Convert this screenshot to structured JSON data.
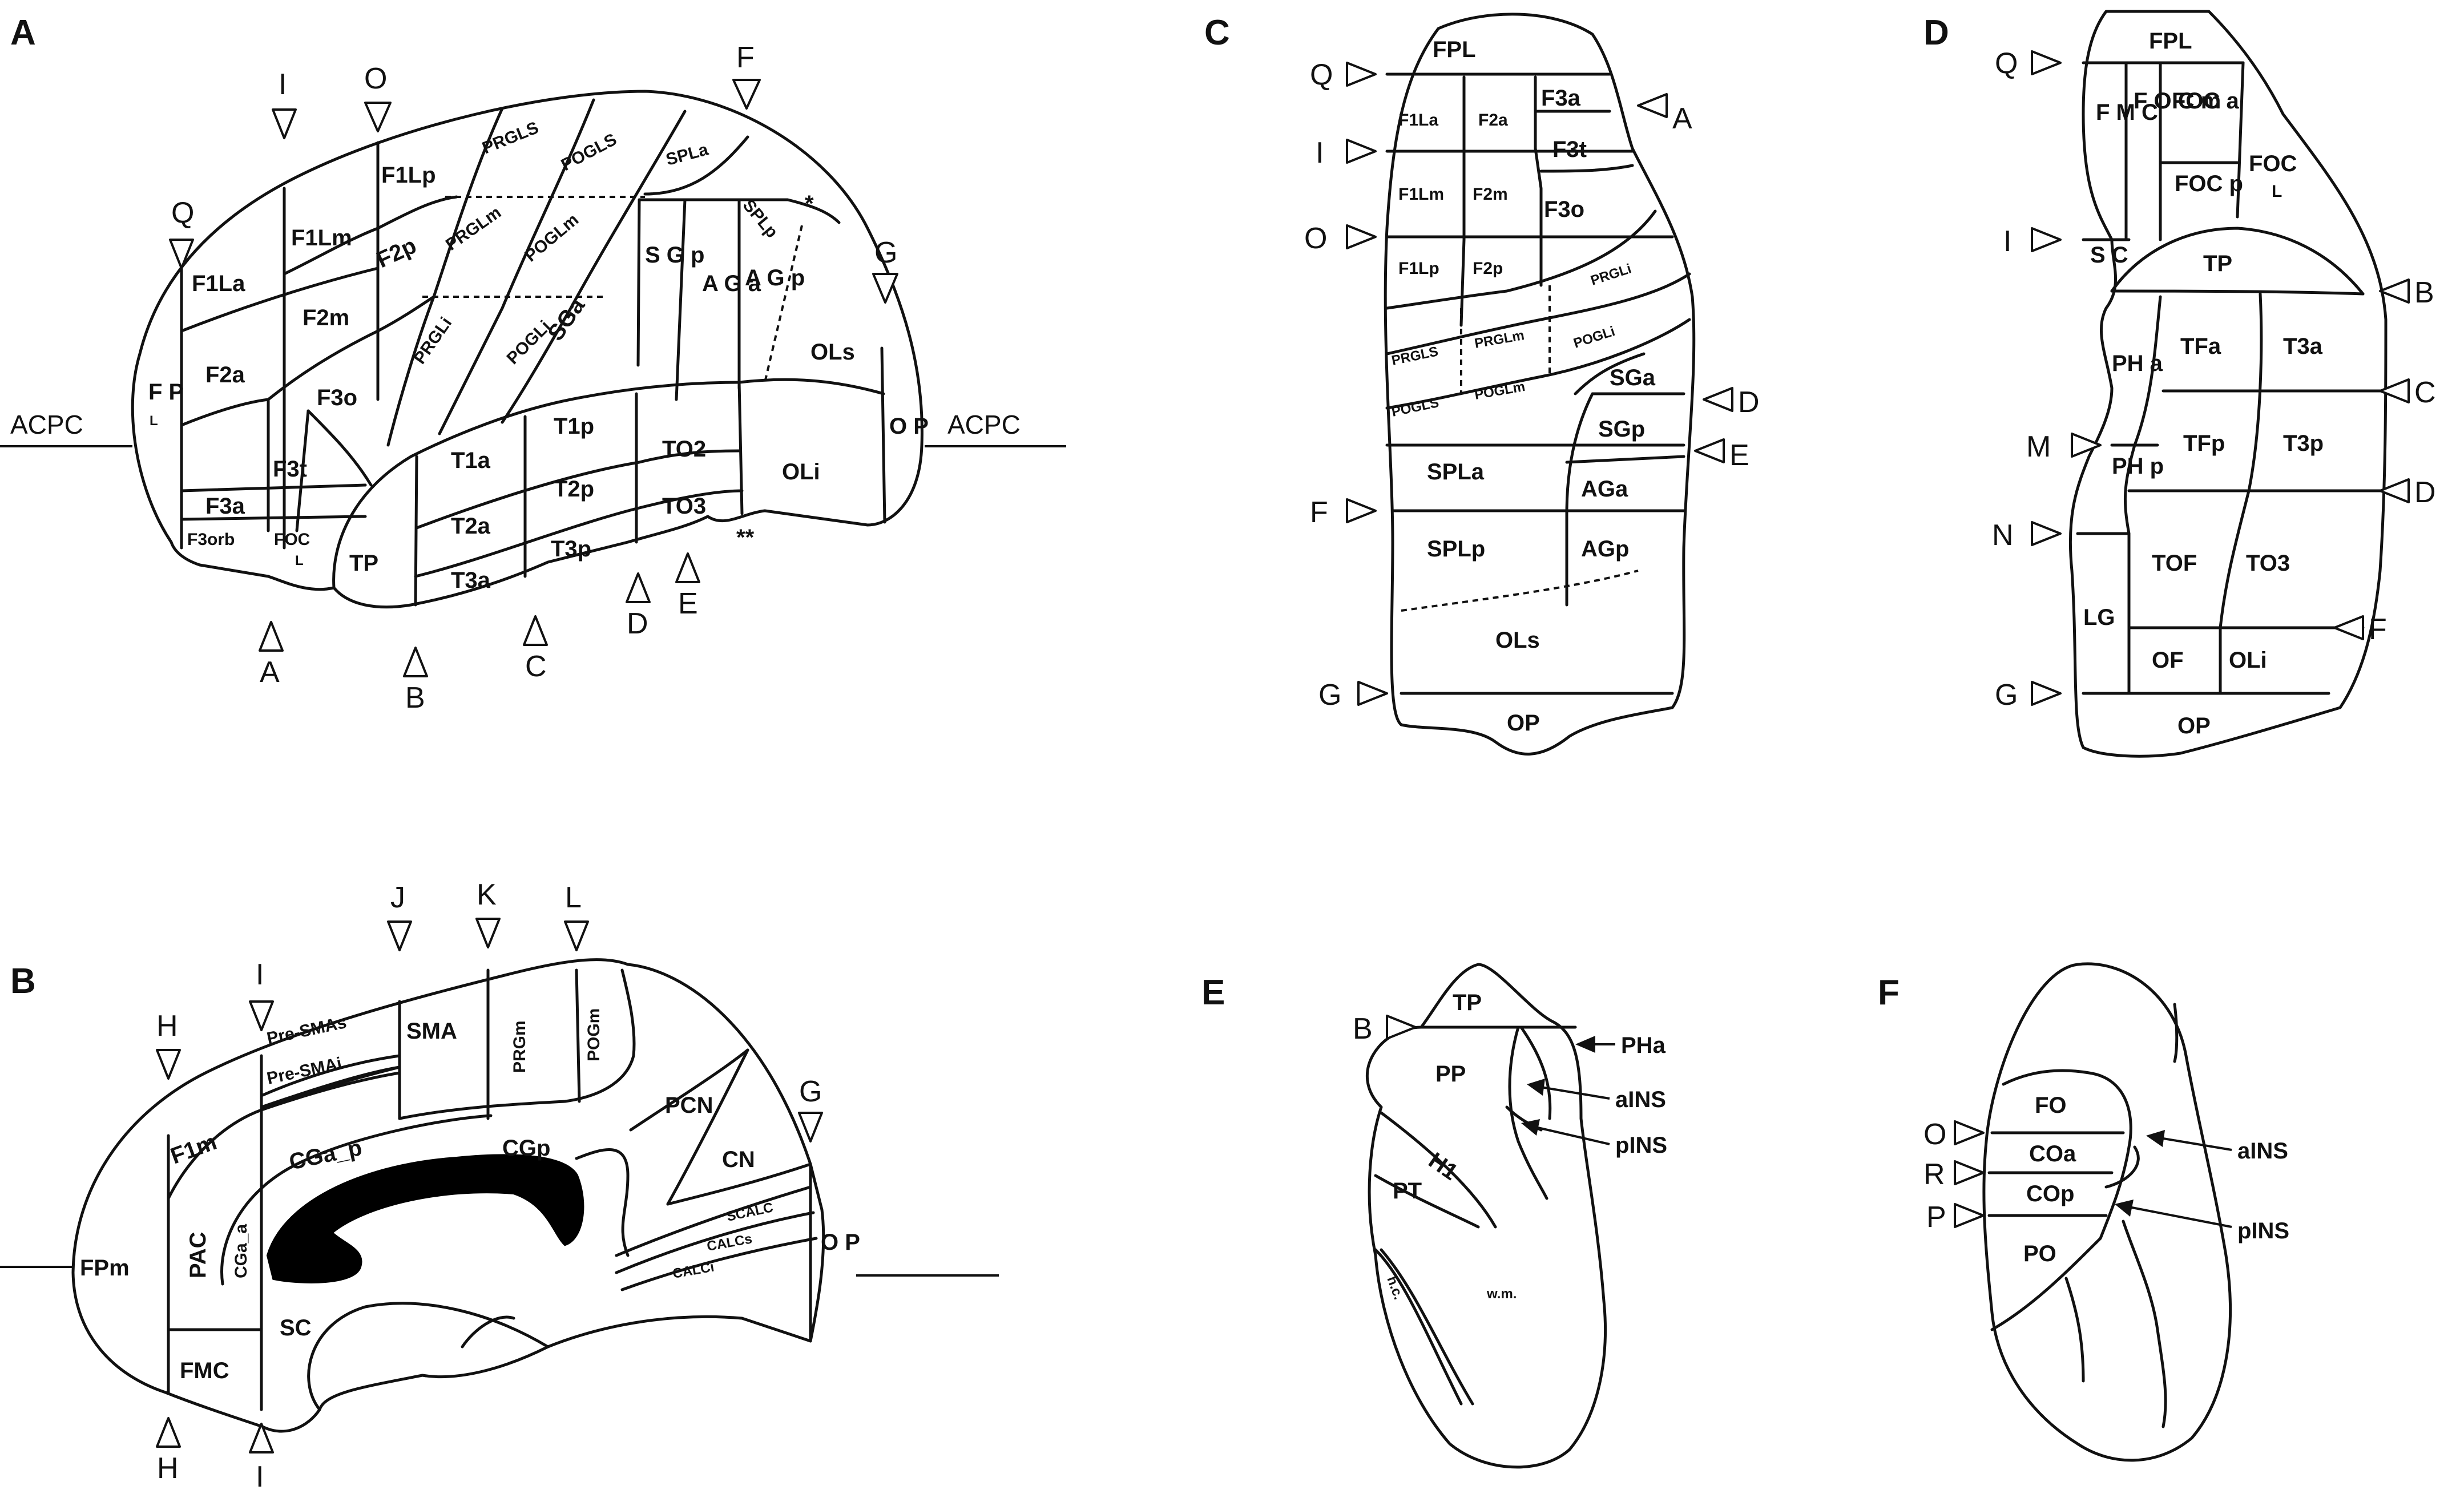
{
  "panels": {
    "A": {
      "letter": "A",
      "acpc_left": "ACPC",
      "acpc_right": "ACPC",
      "markers": {
        "Q": "Q",
        "I": "I",
        "O": "O",
        "F": "F",
        "G": "G",
        "A": "A",
        "B": "B",
        "C": "C",
        "D": "D",
        "E": "E"
      },
      "star": "*",
      "dstar": "**",
      "regions": {
        "FPL": "F P",
        "FPL_sub": "L",
        "F1La": "F1La",
        "F1Lm": "F1Lm",
        "F1Lp": "F1Lp",
        "PRGLS": "PRGLS",
        "POGLS": "POGLS",
        "SPLa": "SPLa",
        "SPLp": "SPLp",
        "F2a": "F2a",
        "F2m": "F2m",
        "F2p": "F2p",
        "PRGLm": "PRGLm",
        "POGLm": "POGLm",
        "PRGLi": "PRGLi",
        "POGLi": "POGLi",
        "SGa": "SGa",
        "F3o": "F3o",
        "F3t": "F3t",
        "F3a": "F3a",
        "F3orb": "F3orb",
        "FOCL": "FOC",
        "FOCL_sub": "L",
        "TP": "TP",
        "T1a": "T1a",
        "T1p": "T1p",
        "T2a": "T2a",
        "T2p": "T2p",
        "T3a": "T3a",
        "T3p": "T3p",
        "TO2": "TO2",
        "TO3": "TO3",
        "OLs": "OLs",
        "OLi": "OLi",
        "OP": "O P",
        "SGp": "S G p",
        "AGa": "A G a",
        "AGp": "A G p"
      }
    },
    "B": {
      "letter": "B",
      "markers": {
        "H_top": "H",
        "I_top": "I",
        "J": "J",
        "K": "K",
        "L": "L",
        "G": "G",
        "H_bot": "H",
        "I_bot": "I"
      },
      "regions": {
        "FPm": "FPm",
        "F1m": "F1m",
        "PAC": "PAC",
        "CGa_a": "CGa_a",
        "FMC": "FMC",
        "SC": "SC",
        "PreSMAs": "Pre-SMAs",
        "PreSMAi": "Pre-SMAi",
        "SMA": "SMA",
        "PRGm": "PRGm",
        "POGm": "POGm",
        "CGa_p": "CGa_p",
        "CGp": "CGp",
        "PCN": "PCN",
        "CN": "CN",
        "SCALC": "SCALC",
        "CALCs": "CALCs",
        "CALCi": "CALCi",
        "OP": "O P"
      }
    },
    "C": {
      "letter": "C",
      "markers": {
        "Q": "Q",
        "I": "I",
        "O": "O",
        "F": "F",
        "G": "G",
        "A": "A",
        "D": "D",
        "E": "E"
      },
      "regions": {
        "FPL": "FPL",
        "F1La": "F1La",
        "F2a": "F2a",
        "F3a": "F3a",
        "F3t": "F3t",
        "F1Lm": "F1Lm",
        "F2m": "F2m",
        "F3o": "F3o",
        "F1Lp": "F1Lp",
        "F2p": "F2p",
        "PRGLi": "PRGLi",
        "PRGLS": "PRGLS",
        "PRGLm": "PRGLm",
        "POGLi": "POGLi",
        "POGLS": "POGLS",
        "POGLm": "POGLm",
        "SGa": "SGa",
        "SGp": "SGp",
        "SPLa": "SPLa",
        "AGa": "AGa",
        "SPLp": "SPLp",
        "AGp": "AGp",
        "OLs": "OLs",
        "OP": "OP"
      }
    },
    "D": {
      "letter": "D",
      "markers": {
        "Q": "Q",
        "I": "I",
        "M": "M",
        "N": "N",
        "G": "G",
        "B": "B",
        "C": "C",
        "D": "D",
        "F": "F"
      },
      "regions": {
        "FPL": "FPL",
        "FMC": "F M C",
        "FOCm": "F O C m",
        "FOCa": "FOC a",
        "FOCp": "FOC p",
        "FOCL": "FOC",
        "FOCL_sub": "L",
        "SC": "S C",
        "TP": "TP",
        "PHa": "PH a",
        "TFa": "TFa",
        "T3a": "T3a",
        "PHp": "PH p",
        "TFp": "TFp",
        "T3p": "T3p",
        "LG": "LG",
        "TOF": "TOF",
        "TO3": "TO3",
        "OF": "OF",
        "OLi": "OLi",
        "OP": "OP"
      }
    },
    "E": {
      "letter": "E",
      "markers": {
        "B": "B"
      },
      "regions": {
        "TP": "TP",
        "PP": "PP",
        "H1": "H1",
        "PT": "PT",
        "wm": "w.m.",
        "hc": "h.c.",
        "PHa": "PHa",
        "aINS": "aINS",
        "pINS": "pINS"
      }
    },
    "F": {
      "letter": "F",
      "markers": {
        "O": "O",
        "R": "R",
        "P": "P"
      },
      "regions": {
        "FO": "FO",
        "COa": "COa",
        "COp": "COp",
        "PO": "PO",
        "aINS": "aINS",
        "pINS": "pINS"
      }
    }
  }
}
